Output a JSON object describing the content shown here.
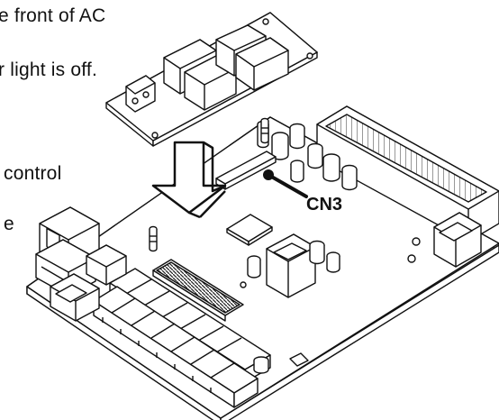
{
  "instructions": {
    "line1": "e front of AC",
    "line2": "r light is off.",
    "line3": "control",
    "line4": "e"
  },
  "diagram": {
    "callout_label": "CN3",
    "colors": {
      "ink": "#111111",
      "background": "#ffffff"
    },
    "icons": [
      "down-arrow-icon",
      "callout-dot-icon"
    ]
  }
}
